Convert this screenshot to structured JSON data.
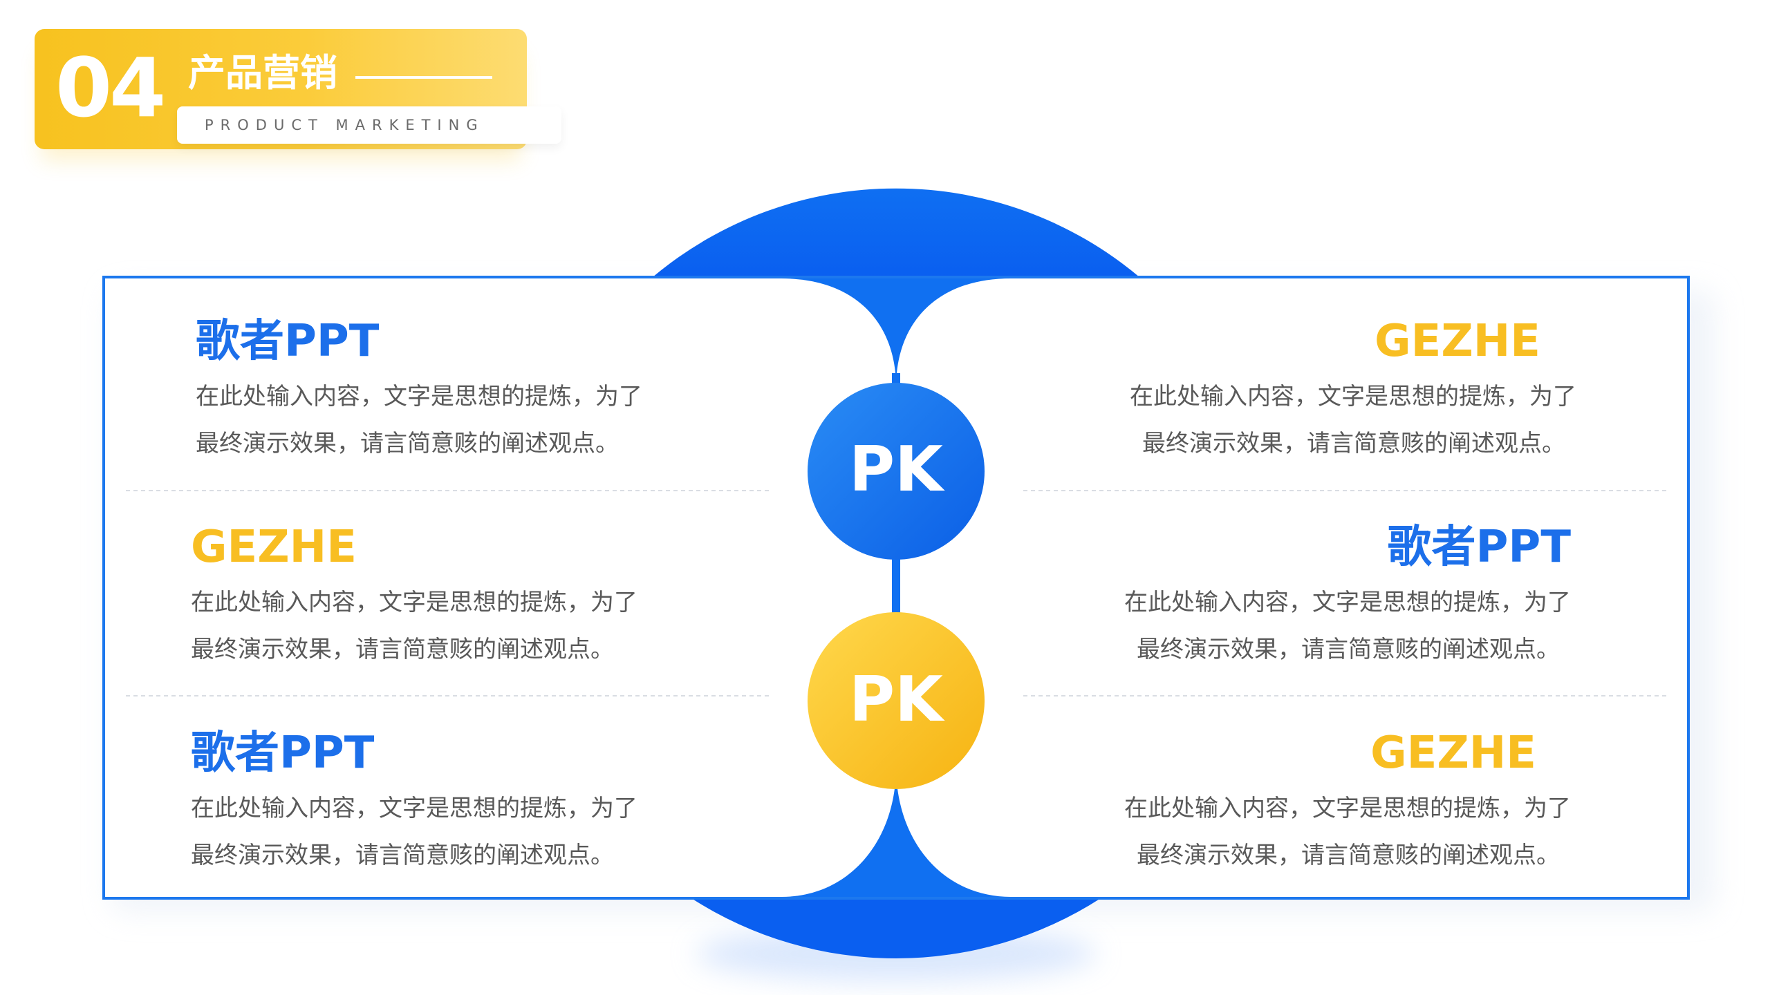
{
  "header": {
    "number": "04",
    "title": "产品营销",
    "subtitle": "PRODUCT MARKETING"
  },
  "pk": {
    "top_label": "PK",
    "bottom_label": "PK"
  },
  "left_entries": [
    {
      "title": "歌者PPT",
      "line1": "在此处输入内容，文字是思想的提炼，为了",
      "line2": "最终演示效果，请言简意赅的阐述观点。"
    },
    {
      "title": "GEZHE",
      "line1": "在此处输入内容，文字是思想的提炼，为了",
      "line2": "最终演示效果，请言简意赅的阐述观点。"
    },
    {
      "title": "歌者PPT",
      "line1": "在此处输入内容，文字是思想的提炼，为了",
      "line2": "最终演示效果，请言简意赅的阐述观点。"
    }
  ],
  "right_entries": [
    {
      "title": "GEZHE",
      "line1": "在此处输入内容，文字是思想的提炼，为了",
      "line2": "最终演示效果，请言简意赅的阐述观点。"
    },
    {
      "title": "歌者PPT",
      "line1": "在此处输入内容，文字是思想的提炼，为了",
      "line2": "最终演示效果，请言简意赅的阐述观点。"
    },
    {
      "title": "GEZHE",
      "line1": "在此处输入内容，文字是思想的提炼，为了",
      "line2": "最终演示效果，请言简意赅的阐述观点。"
    }
  ],
  "colors": {
    "blue": "#1c6fea",
    "yellow": "#f8be22",
    "text": "#595959"
  }
}
